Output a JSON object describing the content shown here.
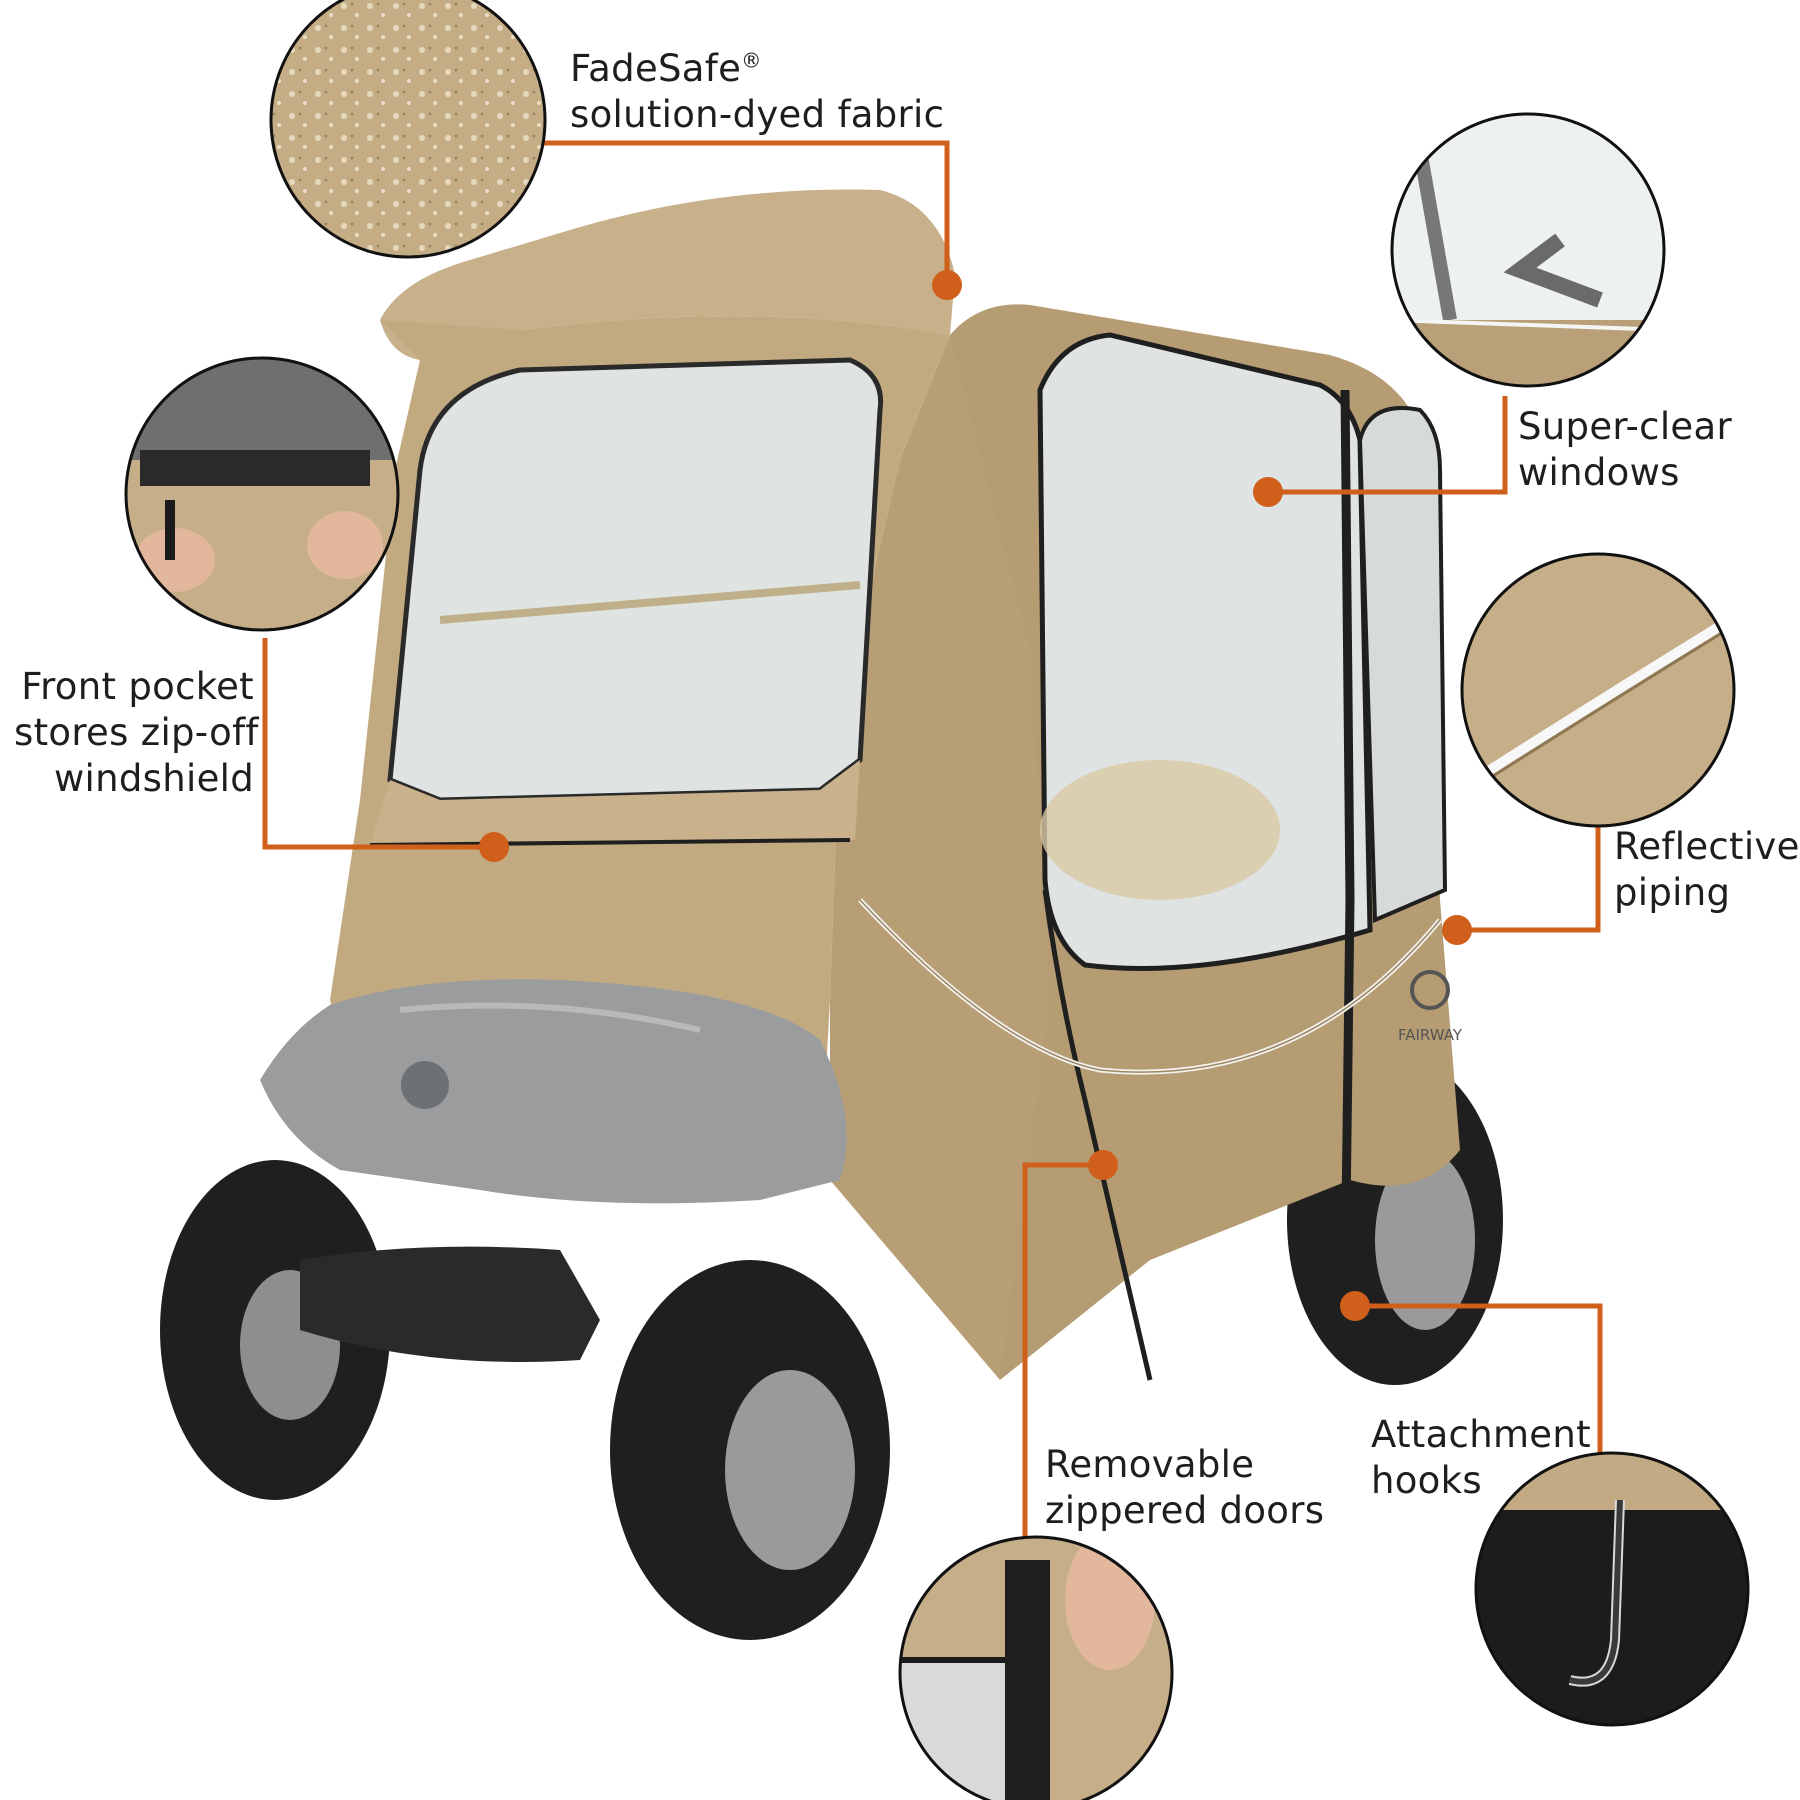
{
  "colors": {
    "accent": "#cf5f1a",
    "cover_tan": "#c4ad85",
    "cover_shadow": "#a98f66",
    "window_clear": "#dfe3e2",
    "tire": "#1f1f1f",
    "hood_gray": "#9a9c9e",
    "piping": "#f2f2f2"
  },
  "callouts": {
    "fadesafe": {
      "line1": "FadeSafe",
      "mark": "®",
      "line2": "solution-dyed fabric"
    },
    "windows": {
      "line1": "Super-clear",
      "line2": "windows"
    },
    "pocket": {
      "line1": "Front pocket",
      "line2": "stores zip-off",
      "line3": "windshield"
    },
    "piping": {
      "line1": "Reflective",
      "line2": "piping"
    },
    "doors": {
      "line1": "Removable",
      "line2": "zippered doors"
    },
    "hooks": {
      "line1": "Attachment",
      "line2": "hooks"
    }
  },
  "brand": {
    "logo_text": "FAIRWAY"
  },
  "icons": [
    "fabric-texture-icon",
    "window-detail-icon",
    "pocket-detail-icon",
    "piping-detail-icon",
    "door-zipper-detail-icon",
    "hook-detail-icon",
    "fairway-logo-icon"
  ]
}
